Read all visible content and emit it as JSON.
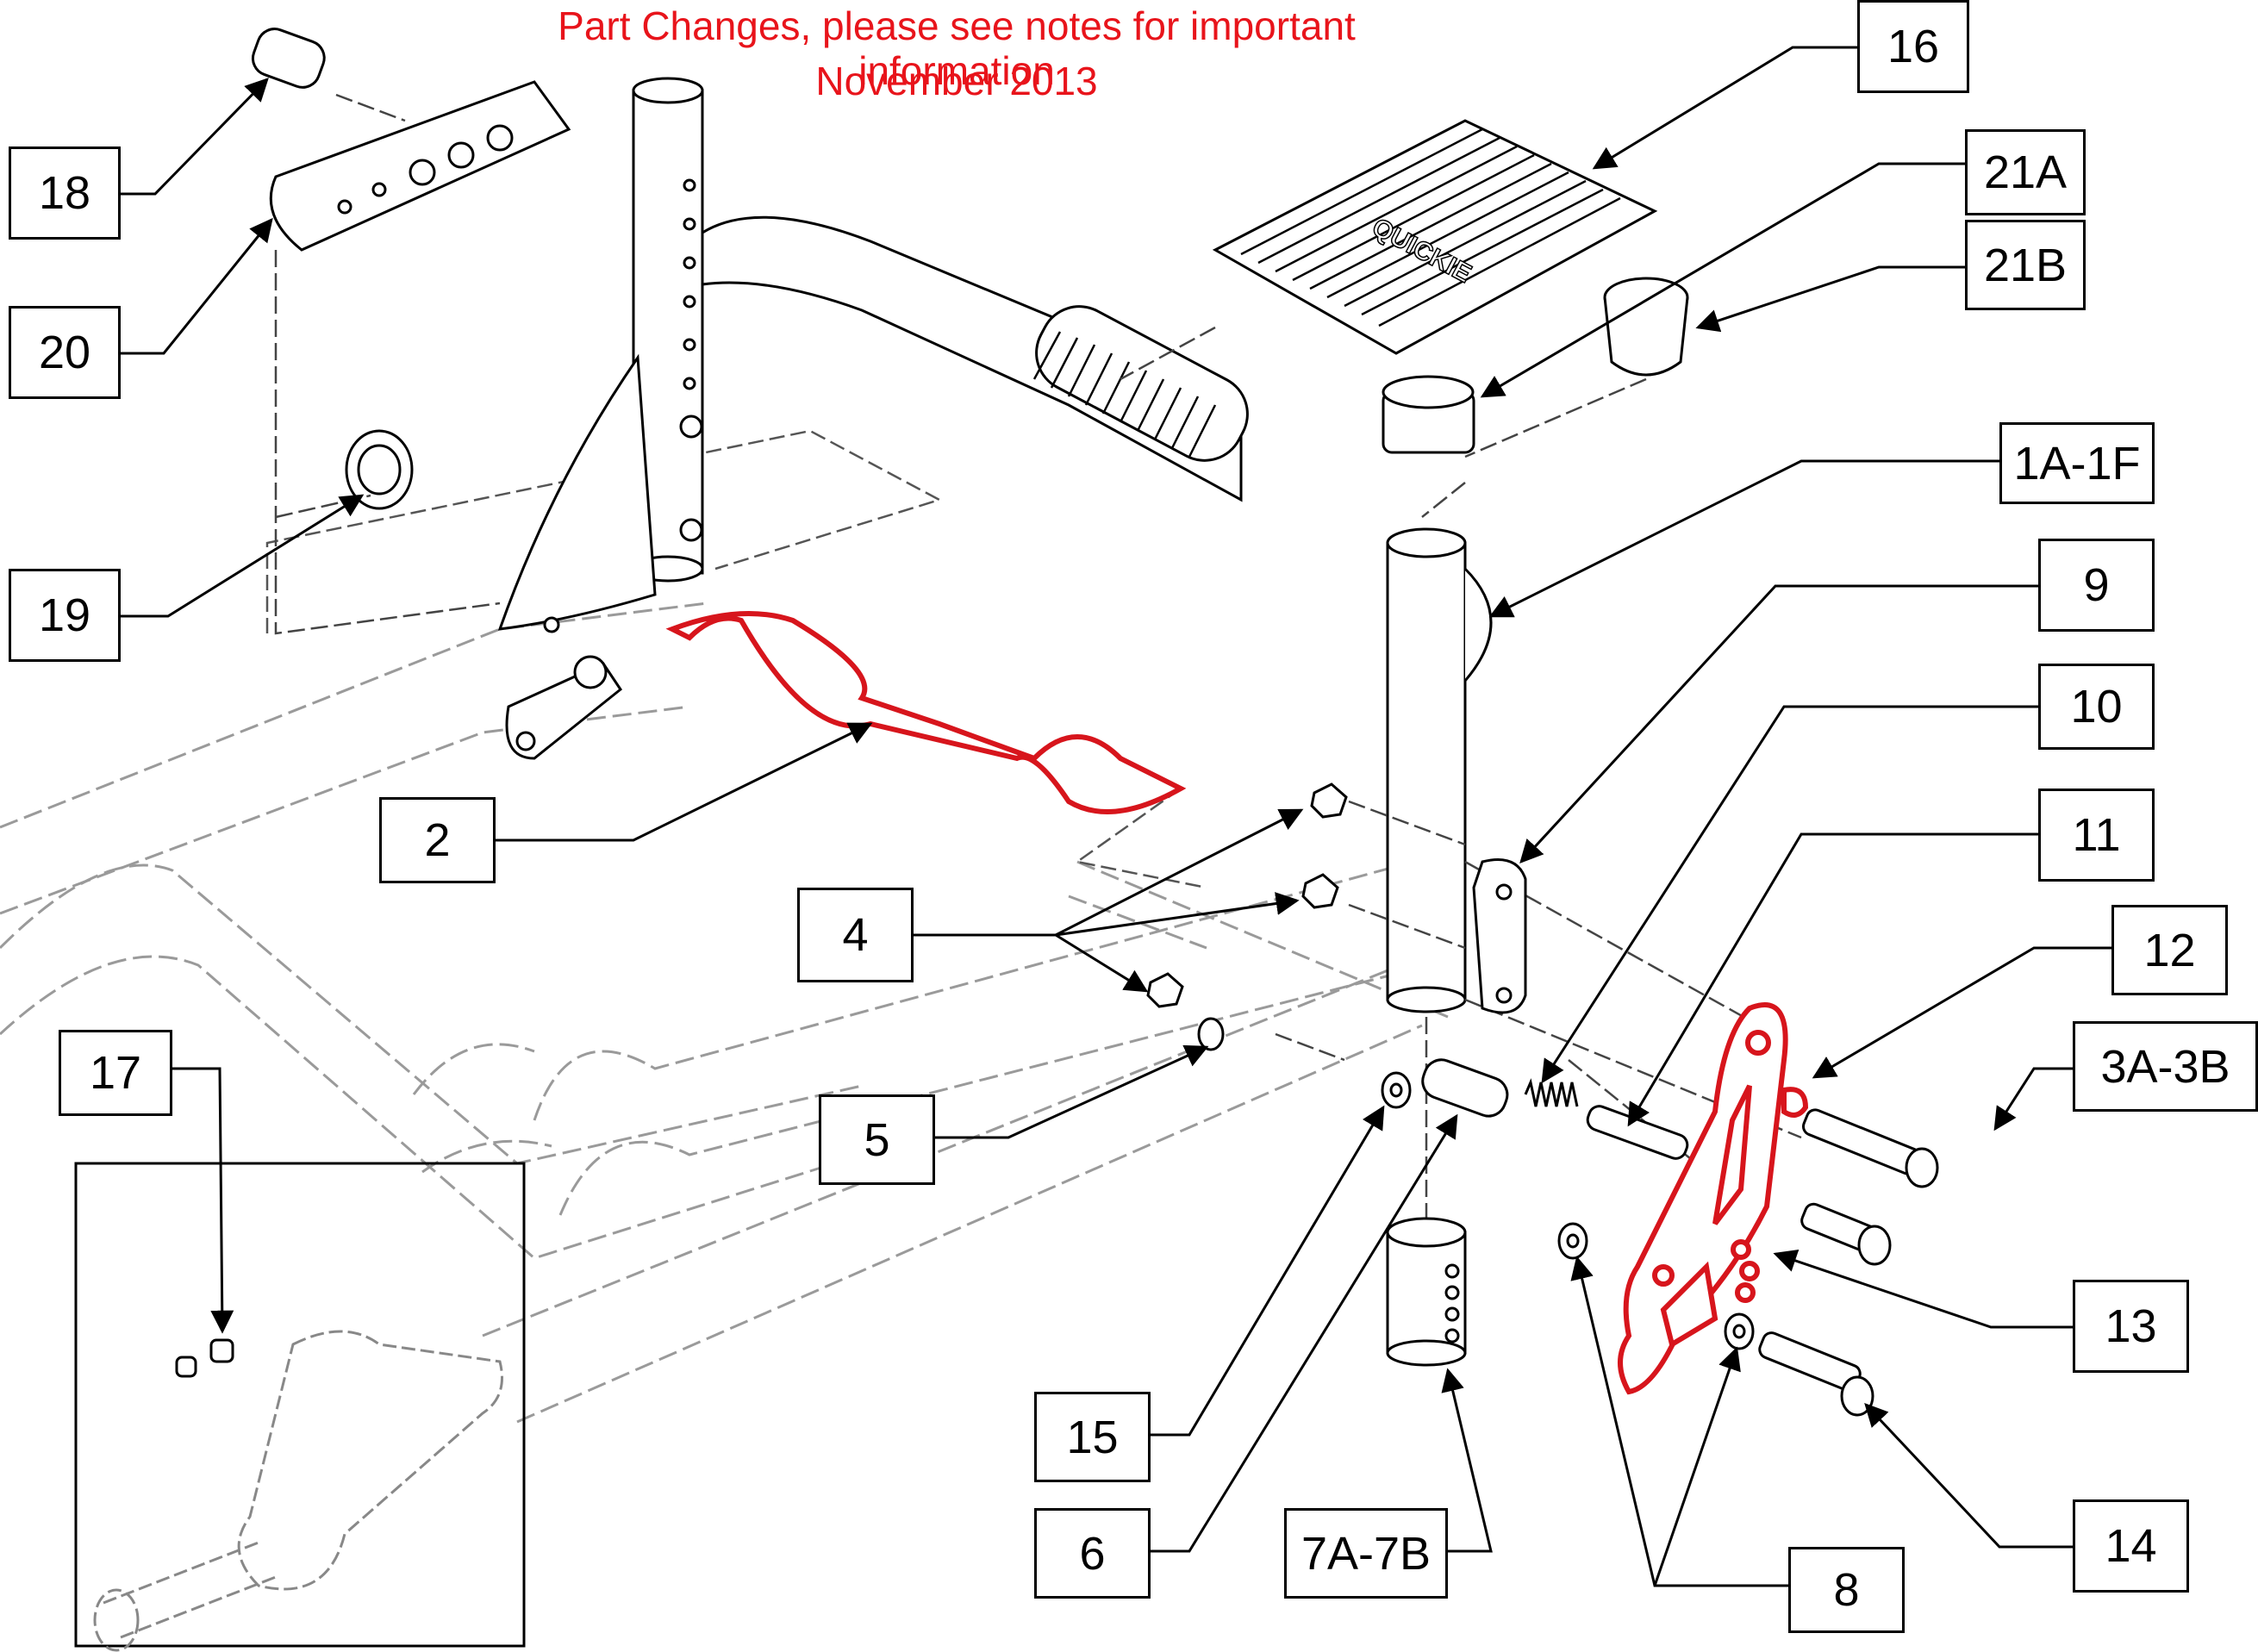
{
  "notice": {
    "line1": "Part Changes, please see notes for important information",
    "line2": "November 2013",
    "color": "#e8141b"
  },
  "mat_logo": "QUICKIE",
  "callouts": {
    "c16": "16",
    "c18": "18",
    "c20": "20",
    "c19": "19",
    "c21a": "21A",
    "c21b": "21B",
    "c1a1f": "1A-1F",
    "c9": "9",
    "c10": "10",
    "c11": "11",
    "c12": "12",
    "c3a3b": "3A-3B",
    "c2": "2",
    "c4": "4",
    "c5": "5",
    "c13": "13",
    "c17": "17",
    "c15": "15",
    "c6": "6",
    "c7a7b": "7A-7B",
    "c8": "8",
    "c14": "14"
  },
  "colors": {
    "highlight": "#d7151c",
    "line": "#000000",
    "frame_dashed": "#999999"
  }
}
